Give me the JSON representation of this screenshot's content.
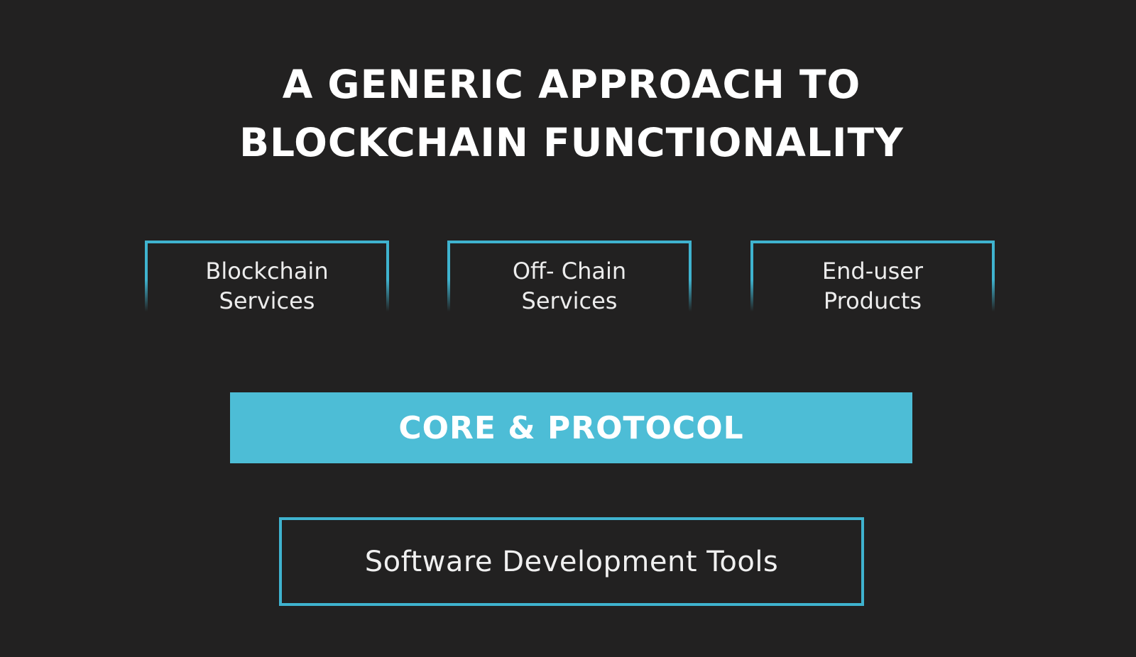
{
  "title": {
    "line1": "A GENERIC APPROACH TO",
    "line2": "BLOCKCHAIN FUNCTIONALITY"
  },
  "services": [
    {
      "line1": "Blockchain",
      "line2": "Services"
    },
    {
      "line1": "Off- Chain",
      "line2": "Services"
    },
    {
      "line1": "End-user",
      "line2": "Products"
    }
  ],
  "core": {
    "label": "CORE & PROTOCOL"
  },
  "tools": {
    "label": "Software Development Tools"
  },
  "colors": {
    "background": "#222121",
    "accent": "#4dbdd6",
    "border": "#3fb3cf",
    "text": "#ffffff"
  }
}
